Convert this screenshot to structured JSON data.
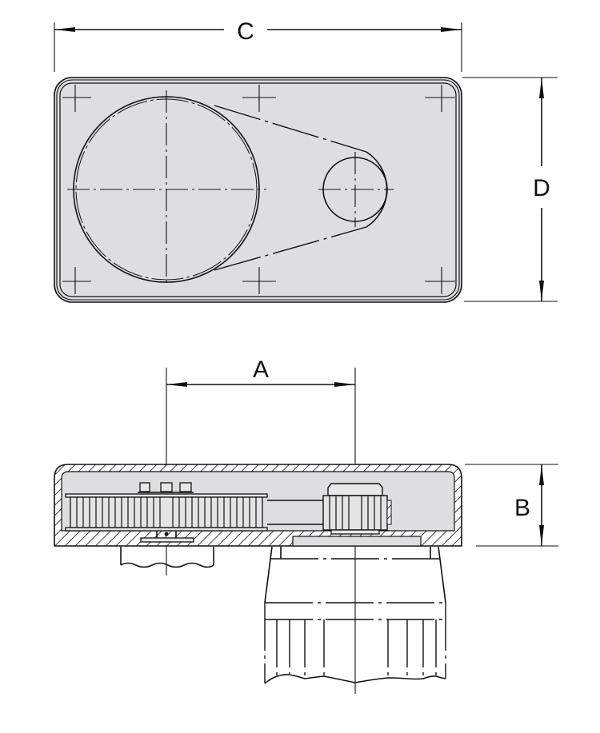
{
  "drawing": {
    "type": "technical-drawing",
    "views": [
      "top-view",
      "side-section-view"
    ],
    "fill_color": "#dddee0",
    "line_color": "#111111",
    "background": "#ffffff"
  },
  "dimensions": {
    "C": {
      "label": "C",
      "meaning": "overall length",
      "view": "top-view"
    },
    "D": {
      "label": "D",
      "meaning": "overall width",
      "view": "top-view"
    },
    "A": {
      "label": "A",
      "meaning": "center distance between shafts",
      "view": "side-section-view"
    },
    "B": {
      "label": "B",
      "meaning": "housing height",
      "view": "side-section-view"
    }
  }
}
